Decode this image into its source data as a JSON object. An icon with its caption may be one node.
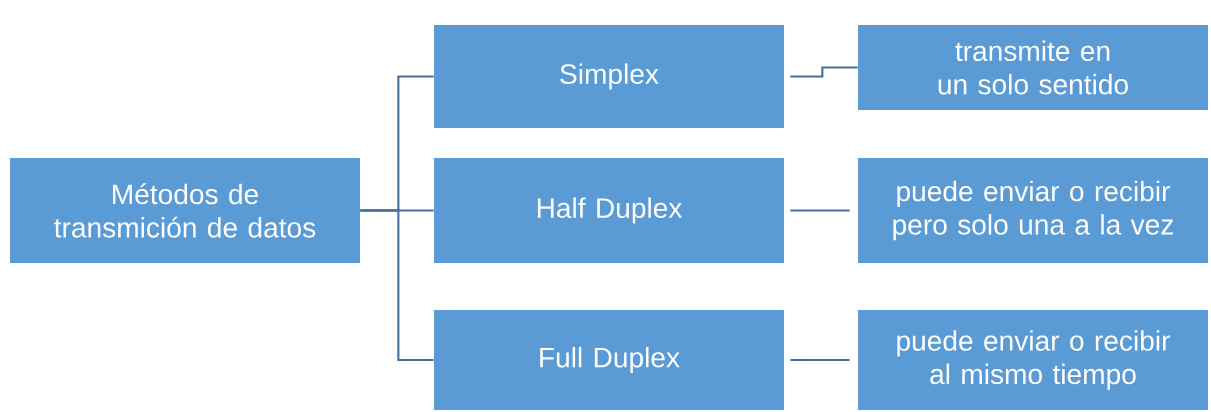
{
  "diagram": {
    "nodes": [
      {
        "text": [
          "Métodos de transmición de datos"
        ]
      },
      {
        "text": [
          "Simplex"
        ]
      },
      {
        "text": [
          "Half Duplex"
        ]
      },
      {
        "text": [
          "Full Duplex"
        ]
      },
      {
        "text": [
          "transmite en un solo sentido"
        ]
      },
      {
        "text": [
          "puede enviar o recibir pero solo una a la vez"
        ]
      },
      {
        "text": [
          "puede enviar o recibir al mismo tiempo"
        ]
      }
    ],
    "edges": [
      {
        "from": 0,
        "to": 1,
        "arrow": "none"
      },
      {
        "from": 0,
        "to": 2,
        "arrow": "none"
      },
      {
        "from": 0,
        "to": 3,
        "arrow": "none"
      },
      {
        "from": 1,
        "to": 4,
        "arrow": "none"
      },
      {
        "from": 2,
        "to": 5,
        "arrow": "none"
      },
      {
        "from": 3,
        "to": 6,
        "arrow": "none"
      }
    ]
  }
}
